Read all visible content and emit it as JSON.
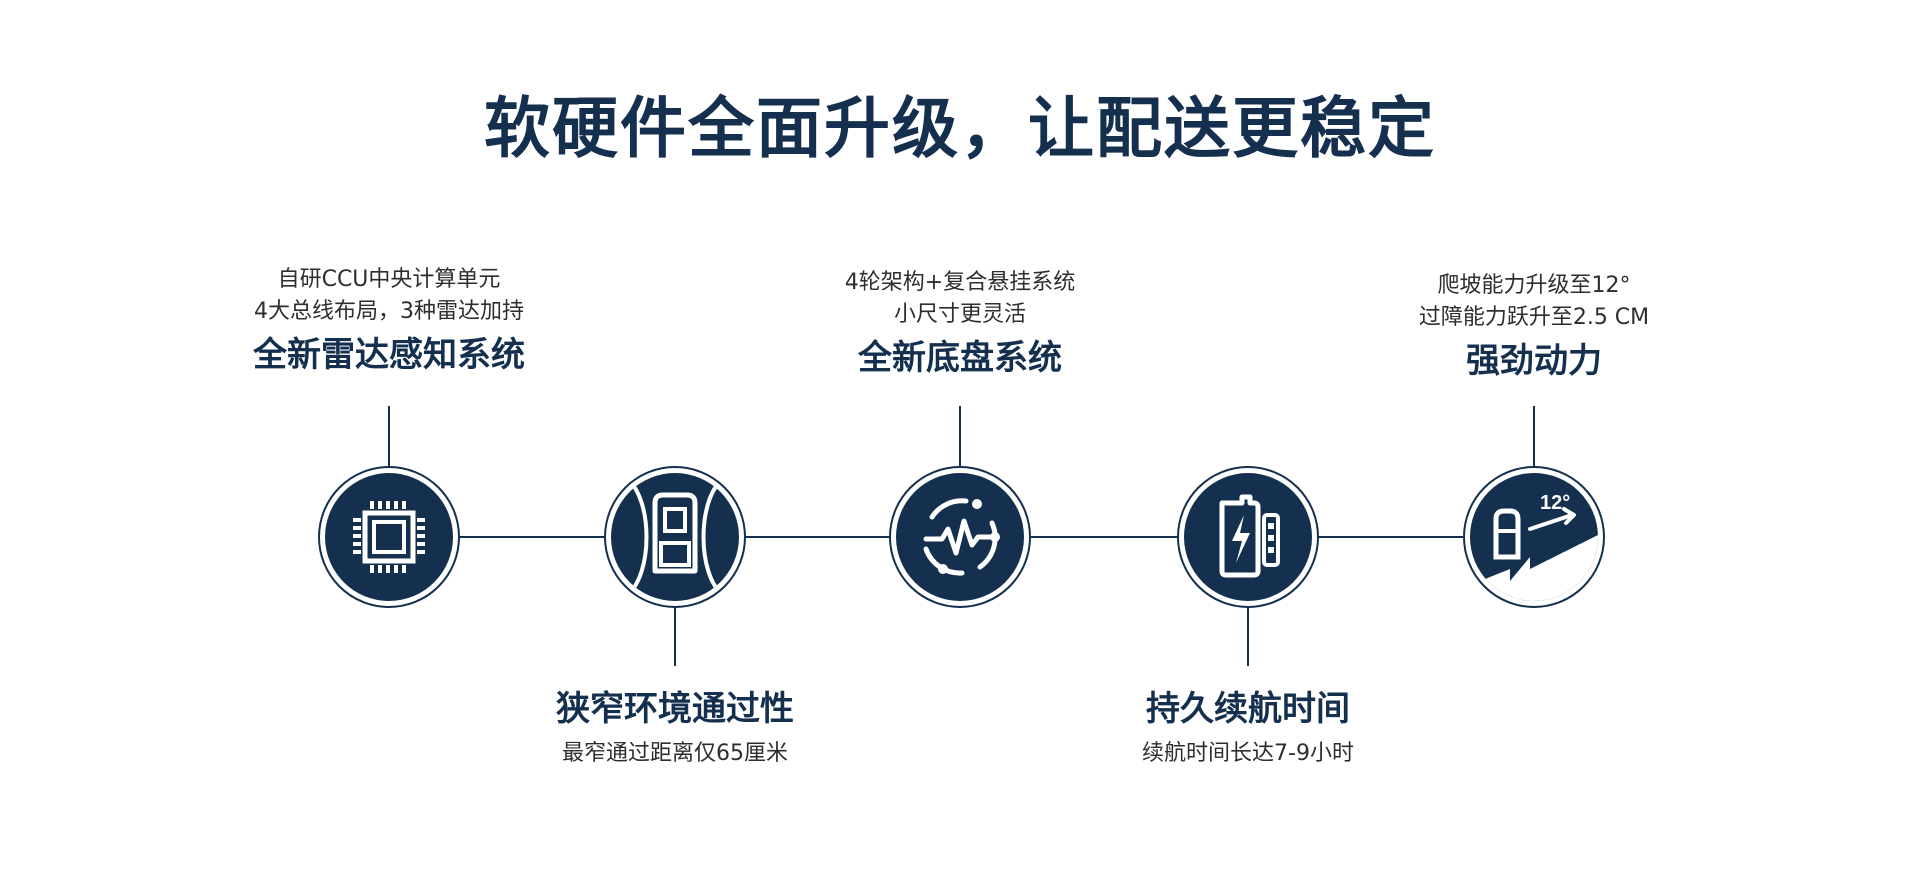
{
  "title": "软硬件全面升级，让配送更稳定",
  "colors": {
    "primary": "#15304f",
    "text": "#2e2e2e",
    "background": "#ffffff"
  },
  "features": [
    {
      "icon": "chip-icon",
      "title": "全新雷达感知系统",
      "desc_lines": [
        "自研CCU中央计算单元",
        "4大总线布局，3种雷达加持"
      ]
    },
    {
      "icon": "narrow-passage-icon",
      "title": "狭窄环境通过性",
      "desc_lines": [
        "最窄通过距离仅65厘米"
      ]
    },
    {
      "icon": "suspension-pulse-icon",
      "title": "全新底盘系统",
      "desc_lines": [
        "4轮架构+复合悬挂系统",
        "小尺寸更灵活"
      ]
    },
    {
      "icon": "battery-icon",
      "title": "持久续航时间",
      "desc_lines": [
        "续航时间长达7-9小时"
      ]
    },
    {
      "icon": "slope-climb-icon",
      "title": "强劲动力",
      "desc_lines": [
        "爬坡能力升级至12°",
        "过障能力跃升至2.5 CM"
      ],
      "icon_label": "12°"
    }
  ]
}
